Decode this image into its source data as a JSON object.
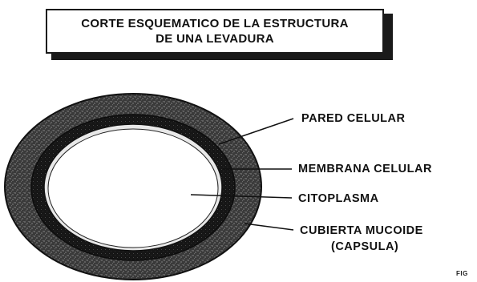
{
  "title": {
    "line1": "CORTE ESQUEMATICO DE LA ESTRUCTURA",
    "line2": "DE UNA LEVADURA"
  },
  "labels": {
    "pared_celular": "PARED CELULAR",
    "membrana_celular": "MEMBRANA CELULAR",
    "citoplasma": "CITOPLASMA",
    "cubierta_mucoide": "CUBIERTA MUCOIDE",
    "capsula": "(CAPSULA)"
  },
  "figure_ref": "FIG",
  "colors": {
    "ink": "#111111",
    "capsule_fill": "#4a4a4a",
    "wall_fill": "#1c1c1c",
    "cytoplasm_fill": "#ffffff"
  }
}
